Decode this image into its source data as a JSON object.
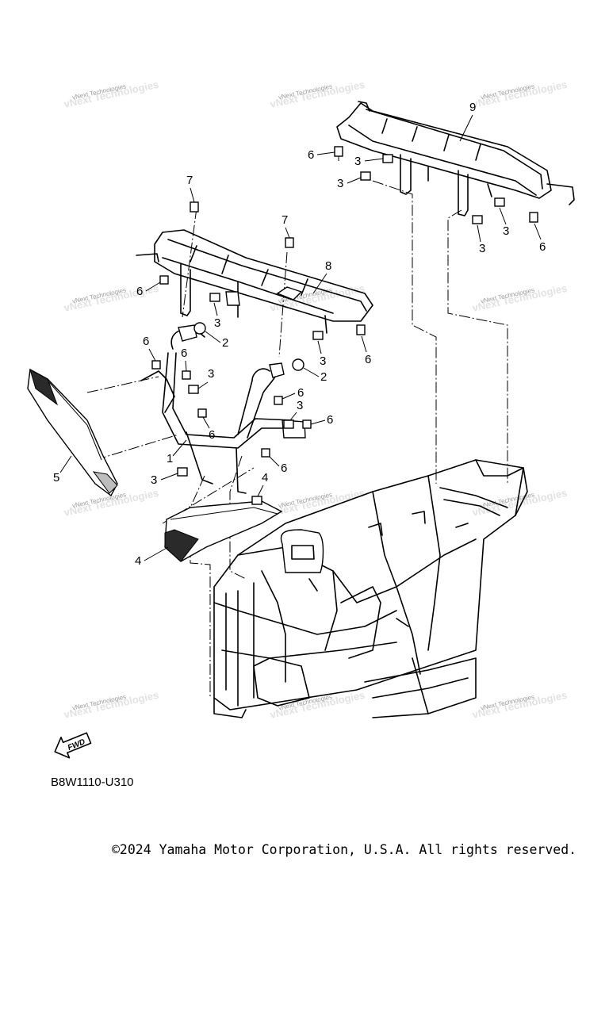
{
  "watermark": {
    "text": "vNext Technologies"
  },
  "callouts": [
    "1",
    "2",
    "2",
    "3",
    "3",
    "3",
    "3",
    "3",
    "3",
    "3",
    "3",
    "3",
    "4",
    "5",
    "6",
    "6",
    "6",
    "6",
    "6",
    "6",
    "6",
    "6",
    "6",
    "6",
    "7",
    "7",
    "8",
    "9"
  ],
  "fwd_label": "FWD",
  "diagram_code": "B8W1110-U310",
  "copyright": "©2024 Yamaha Motor Corporation, U.S.A. All rights reserved.",
  "icons": [
    "fwd-arrow-icon"
  ]
}
